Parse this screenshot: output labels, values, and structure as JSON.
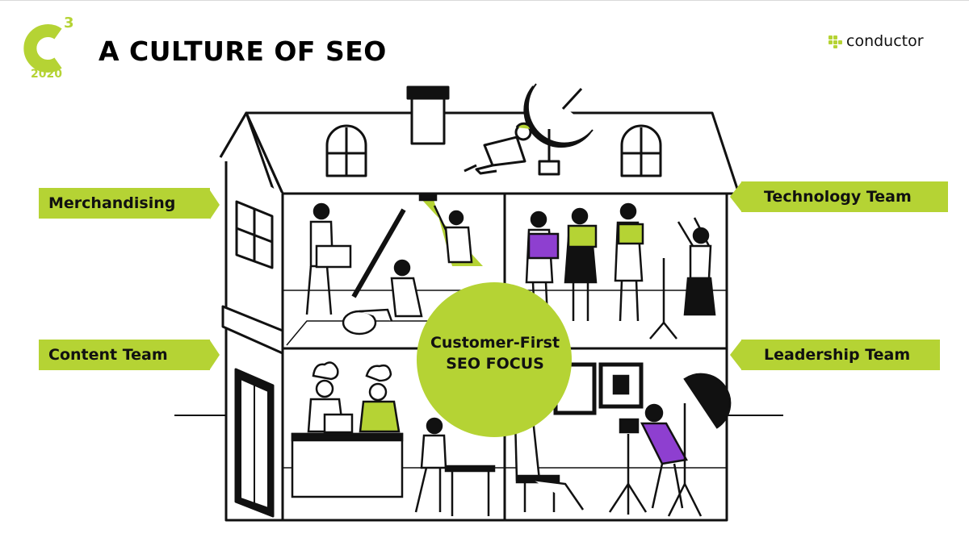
{
  "header": {
    "title": "A CULTURE OF SEO",
    "event_logo": {
      "superscript": "3",
      "year": "2020",
      "icon": "c3-logo-icon",
      "color": "#b5d334"
    },
    "brand": {
      "name": "conductor",
      "icon": "conductor-logo-icon"
    }
  },
  "diagram": {
    "center": {
      "line1": "Customer-First",
      "line2": "SEO FOCUS",
      "color": "#b5d334"
    },
    "labels": {
      "merchandising": "Merchandising",
      "technology": "Technology Team",
      "content": "Content Team",
      "leadership": "Leadership Team"
    },
    "accent_color": "#b5d334",
    "highlight_color": "#8e3fd0"
  }
}
